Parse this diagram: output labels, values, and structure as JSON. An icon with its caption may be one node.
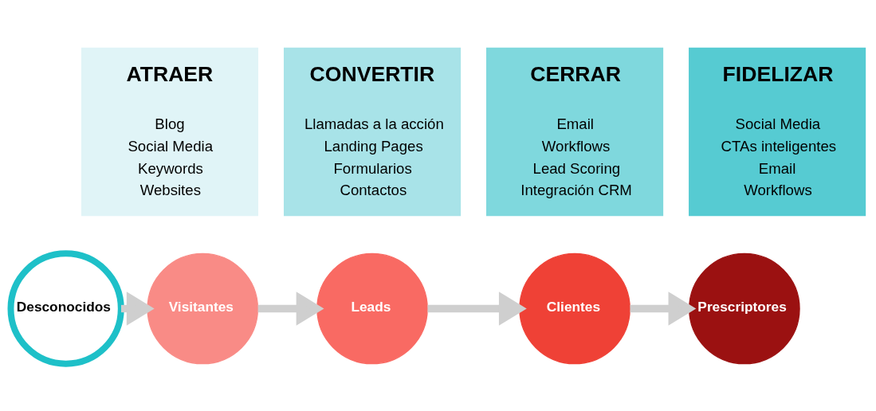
{
  "diagram": {
    "nodes": [
      {
        "text": [
          "ATRAER",
          "Blog",
          "Social Media",
          "Keywords",
          "Websites"
        ]
      },
      {
        "text": [
          "CONVERTIR",
          "Llamadas a la acción",
          "Landing Pages",
          "Formularios",
          "Contactos"
        ]
      },
      {
        "text": [
          "CERRAR",
          "Email",
          "Workflows",
          "Lead Scoring",
          "Integración CRM"
        ]
      },
      {
        "text": [
          "FIDELIZAR",
          "Social Media",
          "CTAs inteligentes",
          "Email",
          "Workflows"
        ]
      },
      {
        "text": [
          "Desconocidos"
        ]
      },
      {
        "text": [
          "Visitantes"
        ]
      },
      {
        "text": [
          "Leads"
        ]
      },
      {
        "text": [
          "Clientes"
        ]
      },
      {
        "text": [
          "Prescriptores"
        ]
      }
    ],
    "edges": [
      {
        "from": 4,
        "to": 5,
        "arrow": "to"
      },
      {
        "from": 5,
        "to": 6,
        "arrow": "to"
      },
      {
        "from": 6,
        "to": 7,
        "arrow": "to"
      },
      {
        "from": 7,
        "to": 8,
        "arrow": "to"
      }
    ]
  }
}
